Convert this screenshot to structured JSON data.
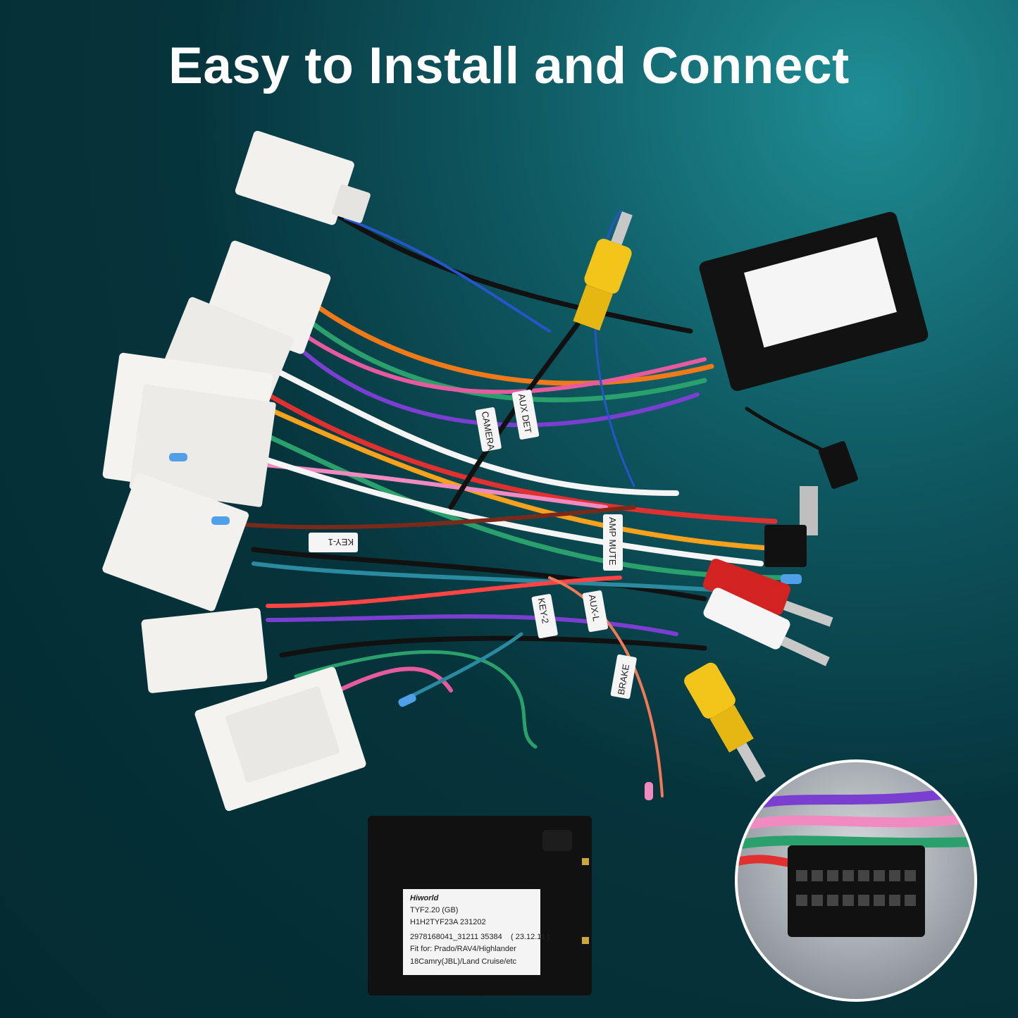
{
  "headline": "Easy to Install and Connect",
  "wire_tags": [
    "CAMERA",
    "AUX DET",
    "KEY-1",
    "KEY-2",
    "AUX-L",
    "AMP MUTE",
    "BRAKE"
  ],
  "decoder_label": {
    "brand": "Hiworld",
    "line1": "TYF2.20   (GB)",
    "line2": "H1H2TYF23A   231202",
    "line3": "2978168041_31211 35384",
    "date": "( 23.12.11 )",
    "line4": "Fit for:  Prado/RAV4/Highlander",
    "line5": "18Camry(JBL)/Land Cruise/etc"
  },
  "colors": {
    "accent_bg": "#0f5a63",
    "connector_white": "#f2f1ee",
    "decoder_black": "#111111",
    "rca_yellow": "#f3c51b",
    "rca_red": "#d32222"
  }
}
